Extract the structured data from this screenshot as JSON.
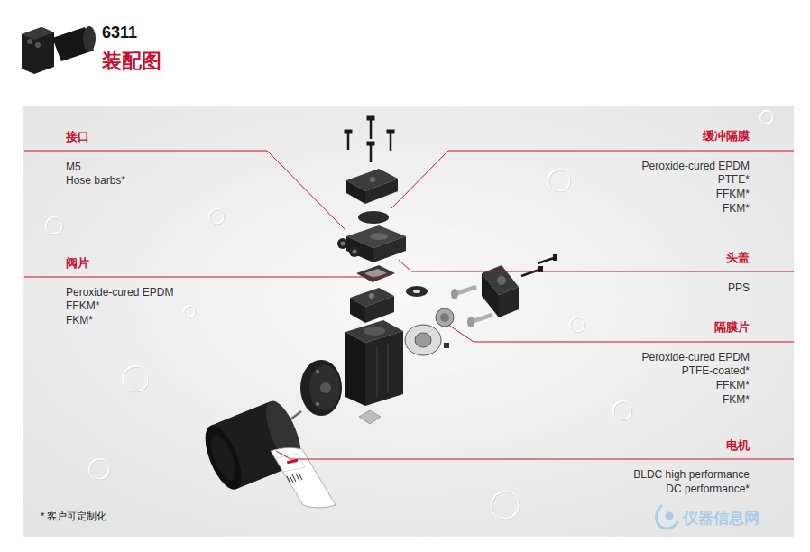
{
  "diagram": {
    "title": "6311",
    "labels": [
      "装配图",
      "接口",
      "M5",
      "Hose barbs*",
      "阀片",
      "Peroxide-cured EPDM",
      "FFKM*",
      "FKM*",
      "缓冲隔膜",
      "Peroxide-cured EPDM",
      "PTFE*",
      "FFKM*",
      "FKM*",
      "头盖",
      "PPS",
      "隔膜片",
      "Peroxide-cured EPDM",
      "PTFE-coated*",
      "FFKM*",
      "FKM*",
      "电机",
      "BLDC high performance",
      "DC performance*",
      "* 客户可定制化",
      "仪器信息网"
    ]
  }
}
